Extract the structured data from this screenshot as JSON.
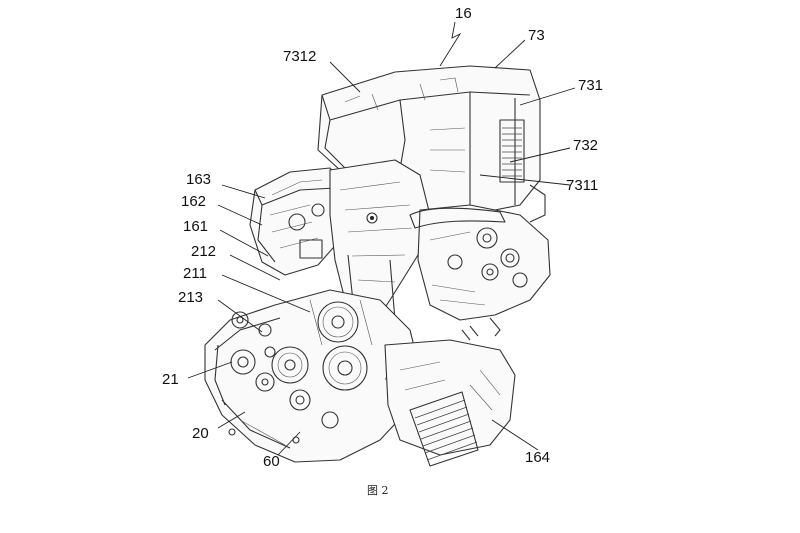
{
  "labels": {
    "l16": "16",
    "l73": "73",
    "l7312": "7312",
    "l731": "731",
    "l732": "732",
    "l7311": "7311",
    "l163": "163",
    "l162": "162",
    "l161": "161",
    "l212": "212",
    "l211": "211",
    "l213": "213",
    "l21": "21",
    "l20": "20",
    "l60": "60",
    "l164": "164"
  },
  "caption": "图 2"
}
